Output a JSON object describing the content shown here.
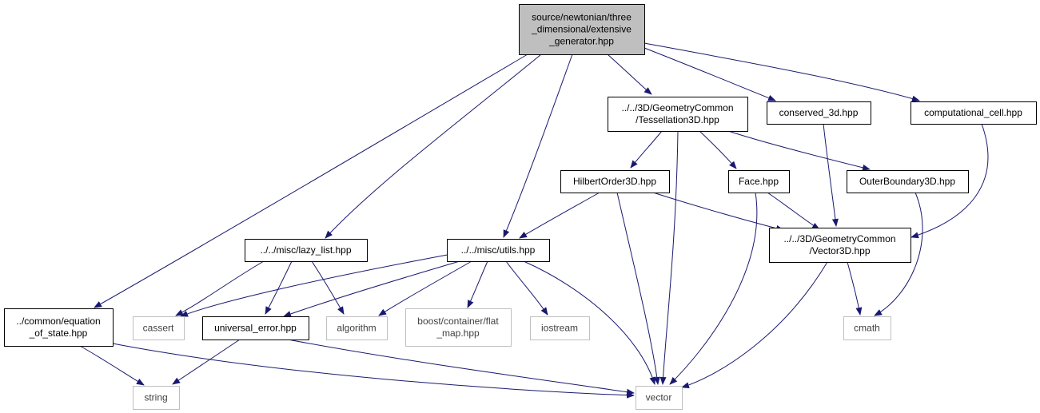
{
  "colors": {
    "edge": "#191970",
    "node_border": "#000000",
    "node_text": "#000000",
    "external_border": "#bfbfbf",
    "external_text": "#404040",
    "root_fill": "#bfbfbf"
  },
  "nodes": [
    {
      "id": "extensive_generator",
      "lines": [
        "source/newtonian/three",
        "_dimensional/extensive",
        "_generator.hpp"
      ],
      "kind": "root"
    },
    {
      "id": "tessellation3d",
      "lines": [
        "../../3D/GeometryCommon",
        "/Tessellation3D.hpp"
      ],
      "kind": "file"
    },
    {
      "id": "conserved_3d",
      "lines": [
        "conserved_3d.hpp"
      ],
      "kind": "file"
    },
    {
      "id": "computational_cell",
      "lines": [
        "computational_cell.hpp"
      ],
      "kind": "file"
    },
    {
      "id": "hilbertorder3d",
      "lines": [
        "HilbertOrder3D.hpp"
      ],
      "kind": "file"
    },
    {
      "id": "face",
      "lines": [
        "Face.hpp"
      ],
      "kind": "file"
    },
    {
      "id": "outerboundary3d",
      "lines": [
        "OuterBoundary3D.hpp"
      ],
      "kind": "file"
    },
    {
      "id": "lazy_list",
      "lines": [
        "../../misc/lazy_list.hpp"
      ],
      "kind": "file"
    },
    {
      "id": "utils",
      "lines": [
        "../../misc/utils.hpp"
      ],
      "kind": "file"
    },
    {
      "id": "vector3d",
      "lines": [
        "../../3D/GeometryCommon",
        "/Vector3D.hpp"
      ],
      "kind": "file"
    },
    {
      "id": "equation_of_state",
      "lines": [
        "../common/equation",
        "_of_state.hpp"
      ],
      "kind": "file"
    },
    {
      "id": "cassert",
      "lines": [
        "cassert"
      ],
      "kind": "external"
    },
    {
      "id": "universal_error",
      "lines": [
        "universal_error.hpp"
      ],
      "kind": "file"
    },
    {
      "id": "algorithm",
      "lines": [
        "algorithm"
      ],
      "kind": "external"
    },
    {
      "id": "flat_map",
      "lines": [
        "boost/container/flat",
        "_map.hpp"
      ],
      "kind": "external"
    },
    {
      "id": "iostream",
      "lines": [
        "iostream"
      ],
      "kind": "external"
    },
    {
      "id": "cmath",
      "lines": [
        "cmath"
      ],
      "kind": "external"
    },
    {
      "id": "string",
      "lines": [
        "string"
      ],
      "kind": "external"
    },
    {
      "id": "vector",
      "lines": [
        "vector"
      ],
      "kind": "external"
    }
  ],
  "edges": [
    {
      "from": "extensive_generator",
      "to": "tessellation3d"
    },
    {
      "from": "extensive_generator",
      "to": "conserved_3d"
    },
    {
      "from": "extensive_generator",
      "to": "computational_cell"
    },
    {
      "from": "extensive_generator",
      "to": "lazy_list"
    },
    {
      "from": "extensive_generator",
      "to": "utils"
    },
    {
      "from": "extensive_generator",
      "to": "equation_of_state"
    },
    {
      "from": "tessellation3d",
      "to": "hilbertorder3d"
    },
    {
      "from": "tessellation3d",
      "to": "face"
    },
    {
      "from": "tessellation3d",
      "to": "outerboundary3d"
    },
    {
      "from": "tessellation3d",
      "to": "vector"
    },
    {
      "from": "conserved_3d",
      "to": "vector3d"
    },
    {
      "from": "computational_cell",
      "to": "vector3d"
    },
    {
      "from": "hilbertorder3d",
      "to": "utils"
    },
    {
      "from": "hilbertorder3d",
      "to": "vector3d"
    },
    {
      "from": "hilbertorder3d",
      "to": "vector"
    },
    {
      "from": "face",
      "to": "vector3d"
    },
    {
      "from": "face",
      "to": "vector"
    },
    {
      "from": "outerboundary3d",
      "to": "cmath"
    },
    {
      "from": "lazy_list",
      "to": "cassert"
    },
    {
      "from": "lazy_list",
      "to": "universal_error"
    },
    {
      "from": "lazy_list",
      "to": "algorithm"
    },
    {
      "from": "utils",
      "to": "cassert"
    },
    {
      "from": "utils",
      "to": "universal_error"
    },
    {
      "from": "utils",
      "to": "algorithm"
    },
    {
      "from": "utils",
      "to": "flat_map"
    },
    {
      "from": "utils",
      "to": "iostream"
    },
    {
      "from": "utils",
      "to": "vector"
    },
    {
      "from": "vector3d",
      "to": "cmath"
    },
    {
      "from": "vector3d",
      "to": "vector"
    },
    {
      "from": "equation_of_state",
      "to": "string"
    },
    {
      "from": "equation_of_state",
      "to": "vector"
    },
    {
      "from": "universal_error",
      "to": "string"
    },
    {
      "from": "universal_error",
      "to": "vector"
    }
  ]
}
